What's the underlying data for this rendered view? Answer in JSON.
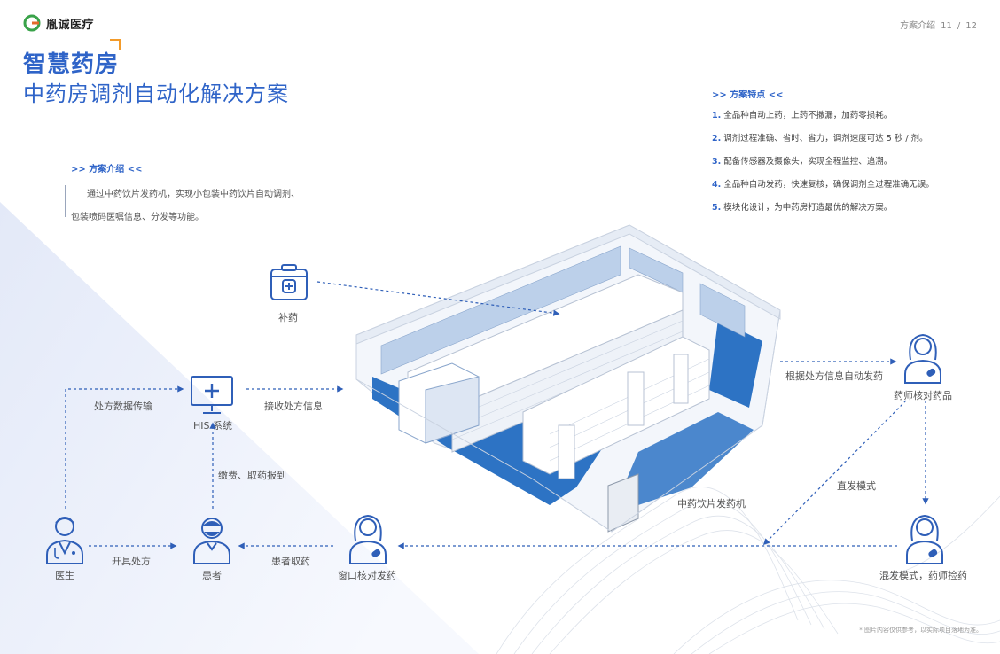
{
  "brand": {
    "name": "胤诚医疗"
  },
  "pager": {
    "section": "方案介绍",
    "current": "11",
    "sep": "/",
    "total": "12"
  },
  "title": {
    "main": "智慧药房",
    "sub": "中药房调剂自动化解决方案"
  },
  "intro": {
    "heading": ">> 方案介绍 <<",
    "line1": "通过中药饮片发药机，实现小包装中药饮片自动调剂、",
    "line2": "包装喷码医嘱信息、分发等功能。"
  },
  "features": {
    "heading": ">> 方案特点 <<",
    "items": [
      {
        "num": "1.",
        "text": "全品种自动上药，上药不撒漏，加药零损耗。"
      },
      {
        "num": "2.",
        "text": "调剂过程准确、省时、省力，调剂速度可达 5 秒 / 剂。"
      },
      {
        "num": "3.",
        "text": "配备传感器及摄像头，实现全程监控、追溯。"
      },
      {
        "num": "4.",
        "text": "全品种自动发药，快速复核，确保调剂全过程准确无误。"
      },
      {
        "num": "5.",
        "text": "模块化设计，为中药房打造最优的解决方案。"
      }
    ]
  },
  "nodes": {
    "supply": "补药",
    "his": "HIS 系统",
    "doctor": "医生",
    "patient": "患者",
    "window": "窗口核对发药",
    "pharmacist_check": "药师核对药品",
    "mixed": "混发模式，药师捡药",
    "machine": "中药饮片发药机"
  },
  "edges": {
    "transfer": "处方数据传输",
    "receive": "接收处方信息",
    "pay": "缴费、取药报到",
    "prescribe": "开具处方",
    "pickup": "患者取药",
    "auto": "根据处方信息自动发药",
    "direct": "直发模式"
  },
  "colors": {
    "primary": "#2f64c8",
    "accent": "#f39b2a",
    "icon": "#2f5fb8",
    "floor": "#2d73c4"
  },
  "footnote": "* 图片内容仅供参考，以实际项目落地为准。"
}
